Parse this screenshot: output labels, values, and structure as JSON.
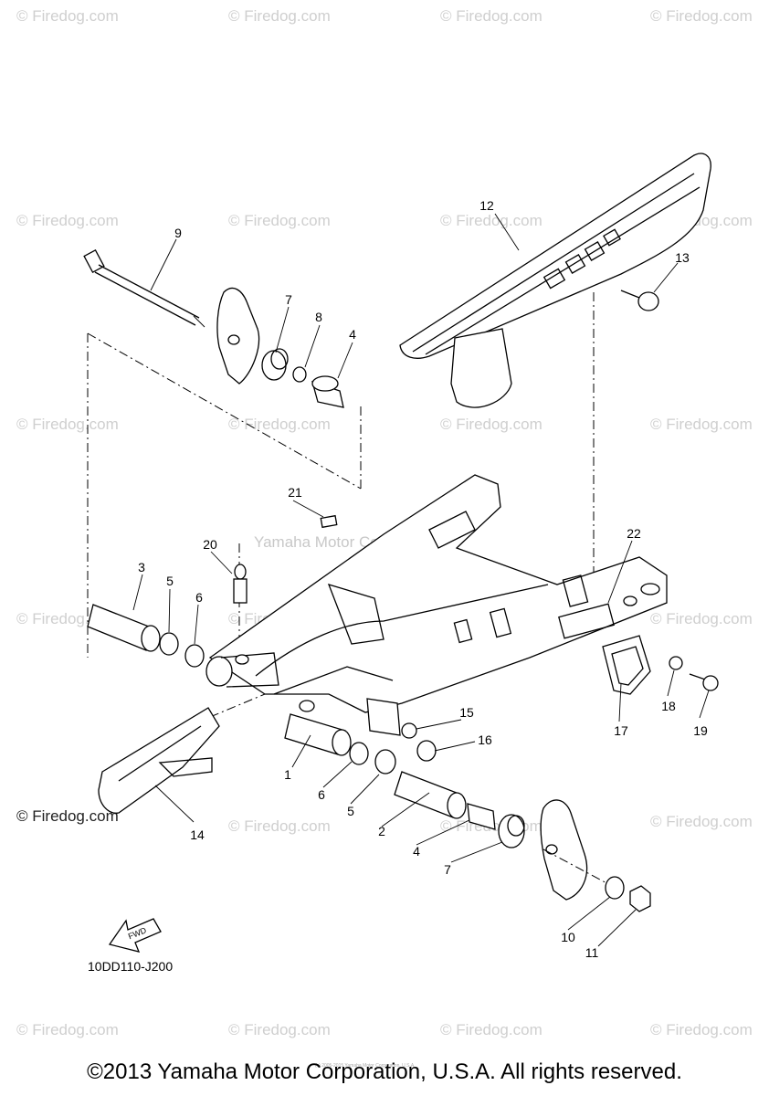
{
  "watermark": "© Firedog.com",
  "center_watermark": "Yamaha Motor Corp, U.S.A.",
  "diagram_code": "10DD110-J200",
  "fwd_label": "FWD",
  "copyright": "©2013 Yamaha Motor Corporation, U.S.A. All rights reserved.",
  "fine_print": "(c) 2005-2015 Yamaha Motor Corporation, U.S.A.",
  "callouts": [
    "1",
    "2",
    "3",
    "4",
    "4",
    "5",
    "5",
    "6",
    "6",
    "7",
    "7",
    "8",
    "9",
    "10",
    "11",
    "12",
    "13",
    "14",
    "15",
    "16",
    "17",
    "18",
    "19",
    "20",
    "21",
    "22"
  ]
}
